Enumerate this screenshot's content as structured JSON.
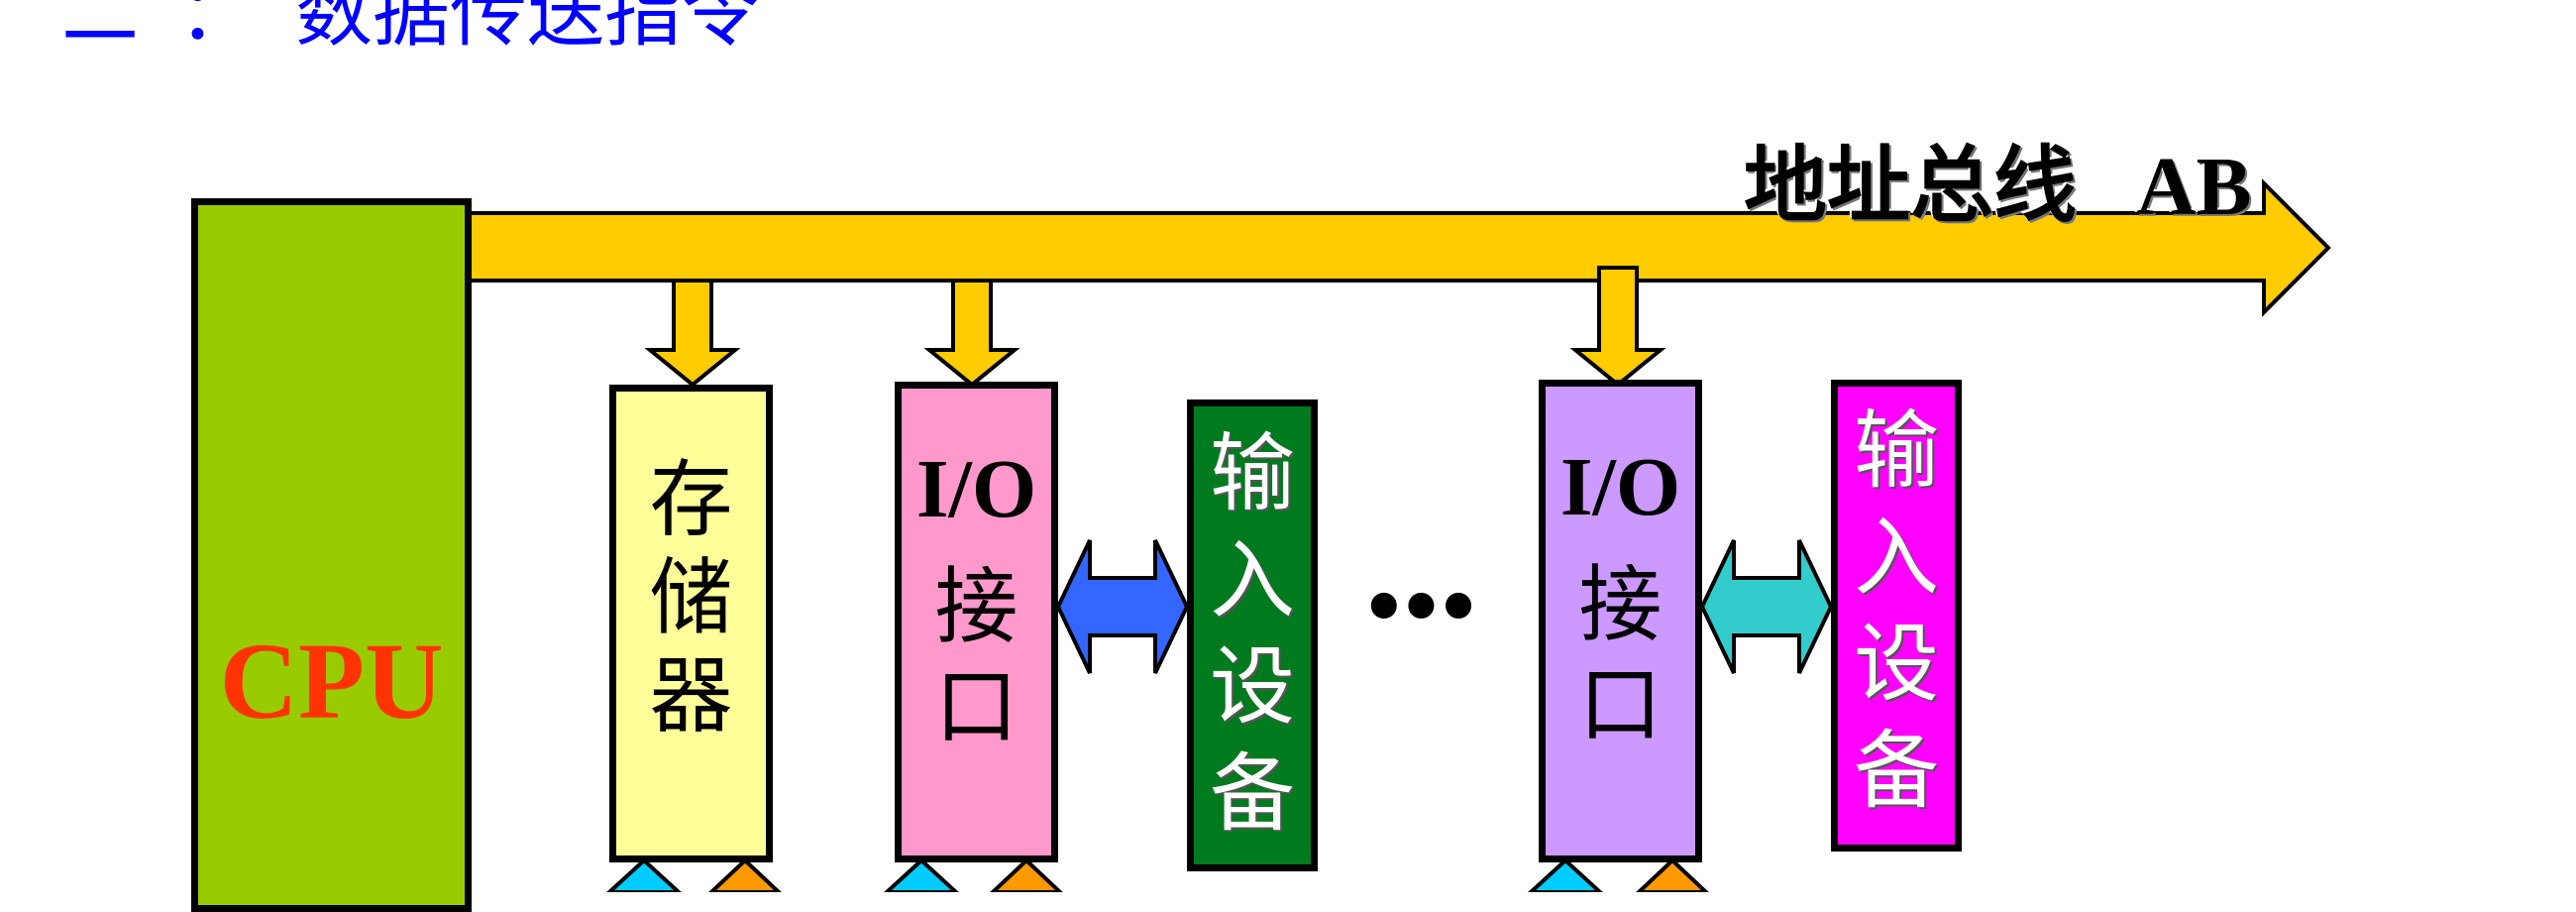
{
  "title": {
    "number": "二",
    "separator": "：",
    "text": "数据传送指令"
  },
  "address_bus": {
    "label": "地址总线",
    "abbr": "AB",
    "color": "#ffcc00"
  },
  "components": {
    "cpu": {
      "label": "CPU",
      "fill": "#99cc00",
      "text_color": "#ff3300"
    },
    "memory": {
      "chars": [
        "存",
        "储",
        "器"
      ],
      "fill": "#ffff99"
    },
    "io1": {
      "top": "I/O",
      "chars": [
        "接",
        "口"
      ],
      "fill": "#ff99cc"
    },
    "device1": {
      "chars": [
        "输",
        "入",
        "设",
        "备"
      ],
      "fill": "#007a1f"
    },
    "ellipsis": "•••",
    "io2": {
      "top": "I/O",
      "chars": [
        "接",
        "口"
      ],
      "fill": "#cc99ff"
    },
    "device2": {
      "chars": [
        "输",
        "入",
        "设",
        "备"
      ],
      "fill": "#ff00ff"
    }
  },
  "arrows": {
    "link1_color": "#3366ff",
    "link2_color": "#33cccc",
    "bottom_cyan": "#00ccff",
    "bottom_orange": "#ff9900"
  }
}
